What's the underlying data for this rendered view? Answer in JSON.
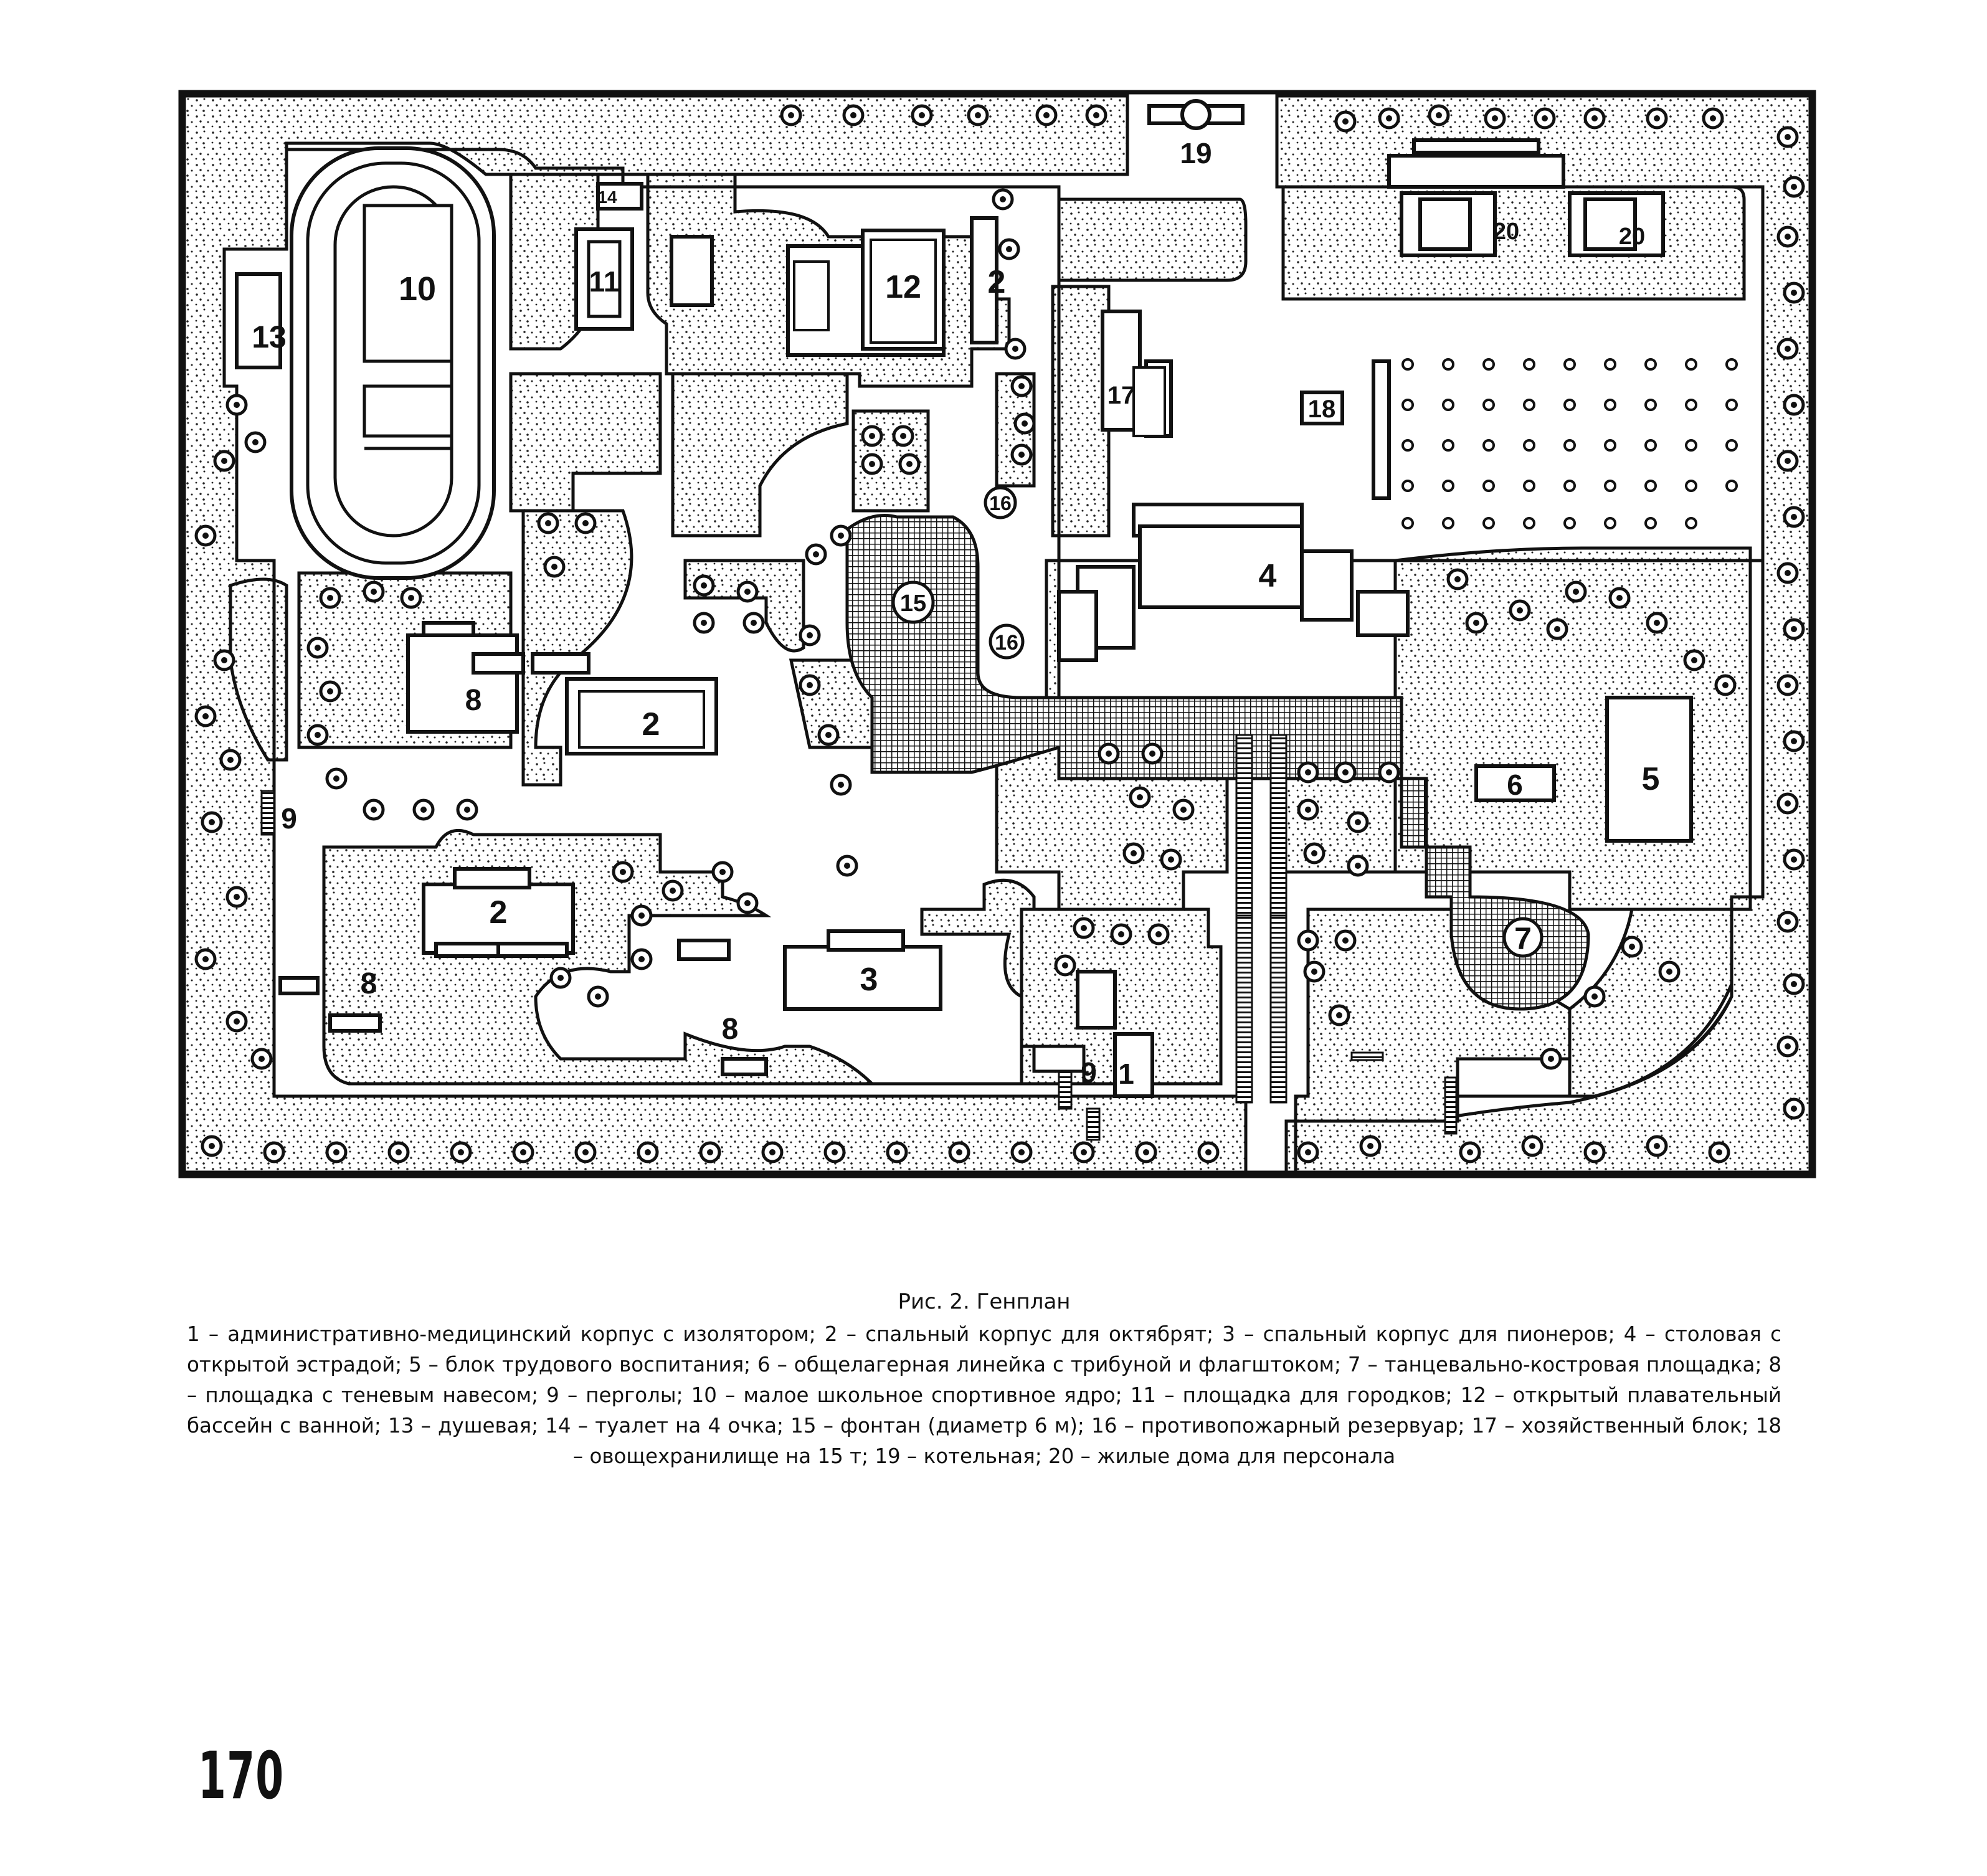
{
  "plan_labels": {
    "l1": "1",
    "l2a": "2",
    "l2b": "2",
    "l2c": "2",
    "l3": "3",
    "l4": "4",
    "l5": "5",
    "l6": "6",
    "l7": "7",
    "l8a": "8",
    "l8b": "8",
    "l8c": "8",
    "l9a": "9",
    "l9b": "9",
    "l10": "10",
    "l11": "11",
    "l12": "12",
    "l13": "13",
    "l14": "14",
    "l15": "15",
    "l16a": "16",
    "l16b": "16",
    "l17": "17",
    "l18": "18",
    "l19": "19",
    "l20a": "20",
    "l20b": "20"
  },
  "caption": {
    "title": "Рис. 2. Генплан",
    "legend": "1 – административно-медицинский корпус с изолятором; 2 – спальный корпус для октябрят; 3 – спальный корпус для пионеров; 4 – столовая с открытой эстрадой; 5 – блок трудового воспитания; 6 – общелагерная линейка с трибуной и флагштоком; 7 – танцевально-костровая площадка; 8 – площадка с теневым навесом; 9 – перголы; 10 – малое школьное спортивное ядро; 11 – площадка для городков; 12 – открытый плавательный бассейн с ванной; 13 – душевая; 14 – туалет на 4 очка; 15 – фонтан (диаметр 6 м); 16 – противопожарный резервуар; 17 – хозяйственный блок; 18 – овощехранилище на 15 т; 19 – котельная; 20 – жилые дома для персонала"
  },
  "page_number": "170"
}
